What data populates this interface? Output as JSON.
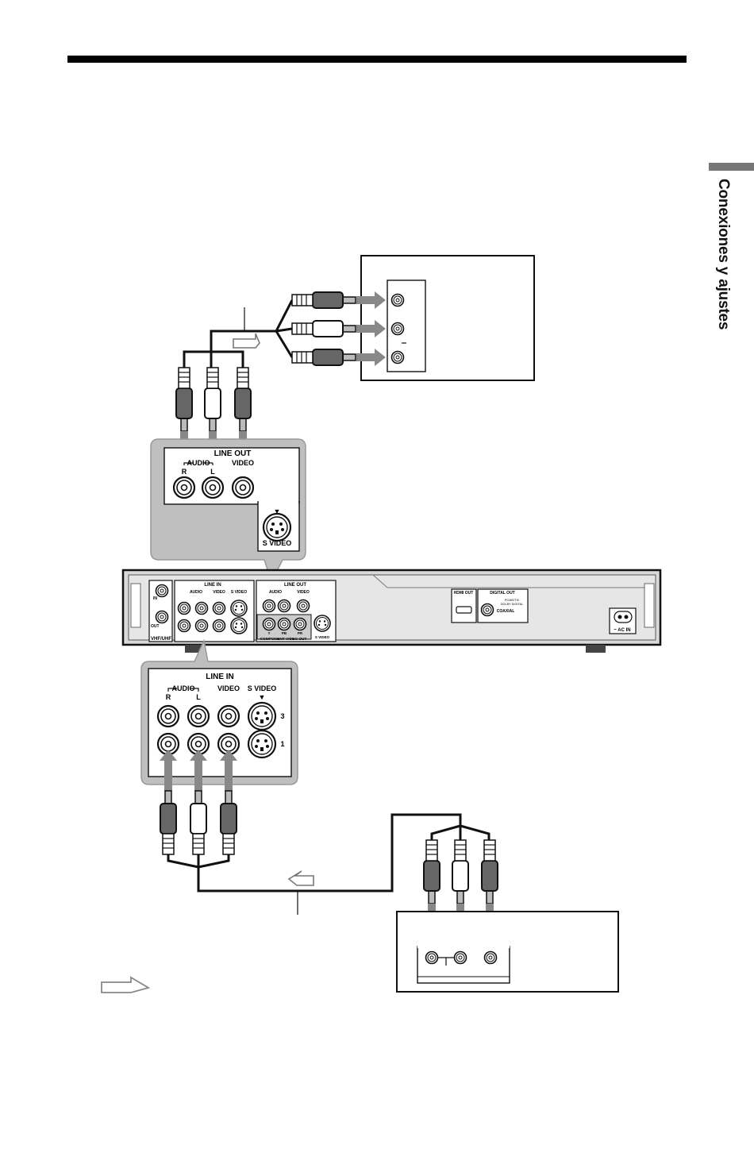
{
  "side_tab": {
    "label": "Conexiones y ajustes"
  },
  "panel_labels": {
    "line_out": "LINE OUT",
    "audio": "AUDIO",
    "r": "R",
    "l": "L",
    "video": "VIDEO",
    "s_video": "S VIDEO",
    "line_in": "LINE IN",
    "num_3": "3",
    "num_1": "1",
    "in": "IN",
    "out": "OUT",
    "vhf_uhf": "VHF/UHF",
    "component_video_out": "COMPONENT  VIDEO OUT",
    "y": "Y",
    "pb": "PB",
    "pr": "PR",
    "hdmi_out": "HDMI OUT",
    "digital_out": "DIGITAL OUT",
    "pcm_dts": "PCM/DTS/",
    "dolby_digital": "DOLBY DIGITAL",
    "coaxial": "COAXIAL",
    "ac_in": "~ AC IN"
  }
}
